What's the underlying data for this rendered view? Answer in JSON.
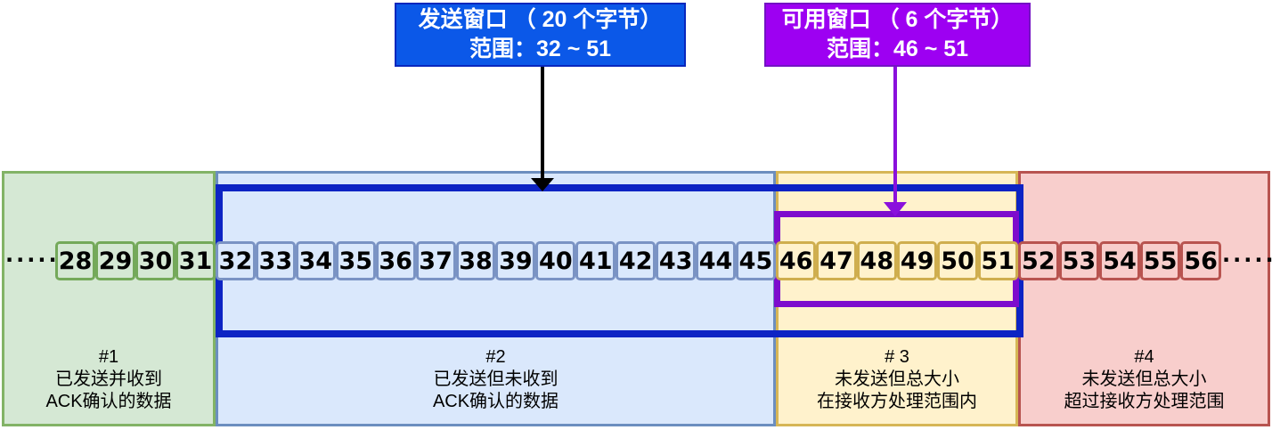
{
  "send_window_box": {
    "line1": "发送窗口 （ 20 个字节）",
    "line2": "范围：32 ~ 51",
    "bg": "#0b58e8",
    "border": "#0927bd"
  },
  "available_window_box": {
    "line1": "可用窗口 （ 6 个字节）",
    "line2": "范围：46 ~ 51",
    "bg": "#9d00f2",
    "border": "#7412c4"
  },
  "send_window_outline_color": "#0d24c4",
  "available_window_outline_color": "#7d0ccd",
  "send_arrow_color": "#000000",
  "available_arrow_color": "#8a10dc",
  "left_ellipsis": "·····",
  "right_ellipsis": "·····",
  "sections": [
    {
      "number_label": "#1",
      "desc_line1": "已发送并收到",
      "desc_line2": "ACK确认的数据",
      "fill": "#d5e8d4",
      "stroke": "#82b366",
      "cells": [
        "28",
        "29",
        "30",
        "31"
      ]
    },
    {
      "number_label": "#2",
      "desc_line1": "已发送但未收到",
      "desc_line2": "ACK确认的数据",
      "fill": "#dae8fc",
      "stroke": "#6c8ebf",
      "cells": [
        "32",
        "33",
        "34",
        "35",
        "36",
        "37",
        "38",
        "39",
        "40",
        "41",
        "42",
        "43",
        "44",
        "45"
      ]
    },
    {
      "number_label": "# 3",
      "desc_line1": "未发送但总大小",
      "desc_line2": "在接收方处理范围内",
      "fill": "#fff2cc",
      "stroke": "#d6b656",
      "cells": [
        "46",
        "47",
        "48",
        "49",
        "50",
        "51"
      ]
    },
    {
      "number_label": "#4",
      "desc_line1": "未发送但总大小",
      "desc_line2": "超过接收方处理范围",
      "fill": "#f8cecc",
      "stroke": "#b85450",
      "cells": [
        "52",
        "53",
        "54",
        "55",
        "56"
      ]
    }
  ]
}
